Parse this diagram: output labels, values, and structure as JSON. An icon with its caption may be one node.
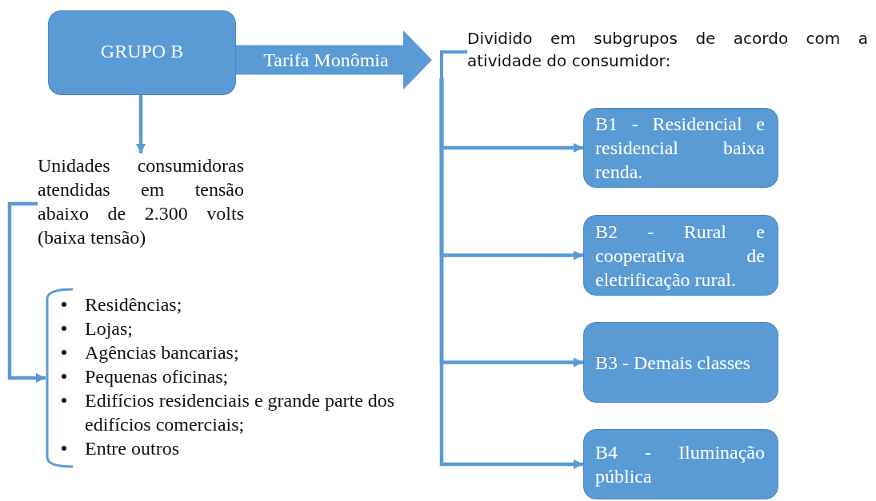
{
  "diagram": {
    "nodes": [
      {
        "text": [
          "GRUPO B"
        ]
      },
      {
        "text": [
          "Dividido em subgrupos de acordo com a atividade do consumidor:"
        ]
      },
      {
        "text": [
          "Unidades consumidoras atendidas em tensão abaixo de 2.300 volts (baixa tensão)"
        ]
      },
      {
        "text": [
          "Residências;",
          "Lojas;",
          "Agências bancarias;",
          "Pequenas oficinas;",
          "Edifícios residenciais e grande parte dos edifícios comerciais;",
          "Entre outros"
        ]
      },
      {
        "text": [
          "B1 - Residencial e residencial baixa renda."
        ]
      },
      {
        "text": [
          "B2 - Rural e cooperativa de eletrificação rural."
        ]
      },
      {
        "text": [
          "B3 - Demais classes"
        ]
      },
      {
        "text": [
          "B4 - Iluminação pública"
        ]
      }
    ],
    "edges": [
      {
        "from": 0,
        "to": 1,
        "arrow": "to",
        "label": "Tarifa Monômia",
        "style": "thick"
      },
      {
        "from": 0,
        "to": 2,
        "arrow": "to"
      },
      {
        "from": 2,
        "to": 3,
        "arrow": "to"
      },
      {
        "from": 1,
        "to": 4,
        "arrow": "to"
      },
      {
        "from": 1,
        "to": 5,
        "arrow": "to"
      },
      {
        "from": 1,
        "to": 6,
        "arrow": "to"
      },
      {
        "from": 1,
        "to": 7,
        "arrow": "to"
      }
    ]
  }
}
